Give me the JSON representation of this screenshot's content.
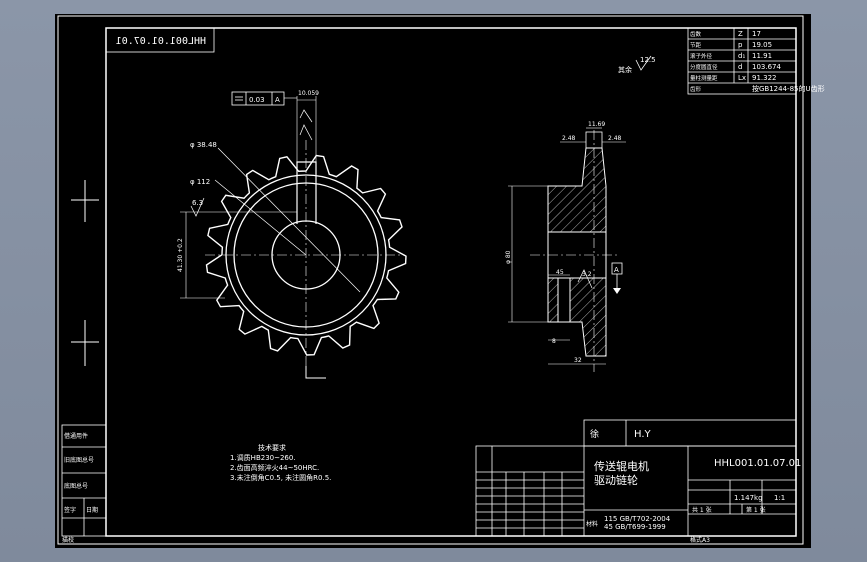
{
  "title_block_top": {
    "drawing_number_mirrored": "HHL001.01.07.01"
  },
  "param_table": {
    "rows": [
      {
        "label": "齿数",
        "sym": "Z",
        "val": "17"
      },
      {
        "label": "节距",
        "sym": "p",
        "val": "19.05"
      },
      {
        "label": "滚子外径",
        "sym": "d₁",
        "val": "11.91"
      },
      {
        "label": "分度圆直径",
        "sym": "d",
        "val": "103.674"
      },
      {
        "label": "量柱测量距",
        "sym": "Lx",
        "val": "91.322"
      },
      {
        "label": "齿形",
        "sym": "",
        "val": "按GB1244-85的U齿形"
      }
    ]
  },
  "roughness_note": {
    "value": "12.5",
    "suffix": "其余"
  },
  "front_view": {
    "flatness": {
      "tol": "0.03",
      "datum": "A"
    },
    "keyway_width": "10.059",
    "dia_outer": "φ 38.48",
    "dia_hub": "φ 112",
    "roughness_63": "6.3",
    "keyway_depth": "41.30 +0.2"
  },
  "side_view": {
    "width_top": "11.69",
    "left_chamfer": "2.48",
    "right_chamfer": "2.48",
    "dia_bore": "φ 80",
    "ref_45": "45",
    "rough_32": "3.2",
    "datum": "A",
    "dim_8": "8",
    "dim_32": "32"
  },
  "tech_req": {
    "title": "技术要求",
    "lines": [
      "1.调质HB230~260.",
      "2.齿面高频淬火44~50HRC.",
      "3.未注倒角C0.5, 未注圆角R0.5."
    ]
  },
  "left_strip": {
    "labels": [
      "借通用件",
      "旧底图总号",
      "底图总号",
      "签字",
      "日期"
    ]
  },
  "title_block": {
    "unit_label": "徐",
    "company": "H.Y",
    "drawing_number": "HHL001.01.07.01",
    "product_name_line1": "传送辊电机",
    "product_name_line2": "驱动链轮",
    "material_line1": "115  GB/T702-2004",
    "material_line2": "45   GB/T699-1999",
    "material_label": "材料",
    "mass": "1.147kg",
    "scale": "1:1",
    "sheet": "共 1 张",
    "sheet_no": "第 1 张",
    "bottom_left": "描校",
    "bottom_right": "格式A3"
  }
}
